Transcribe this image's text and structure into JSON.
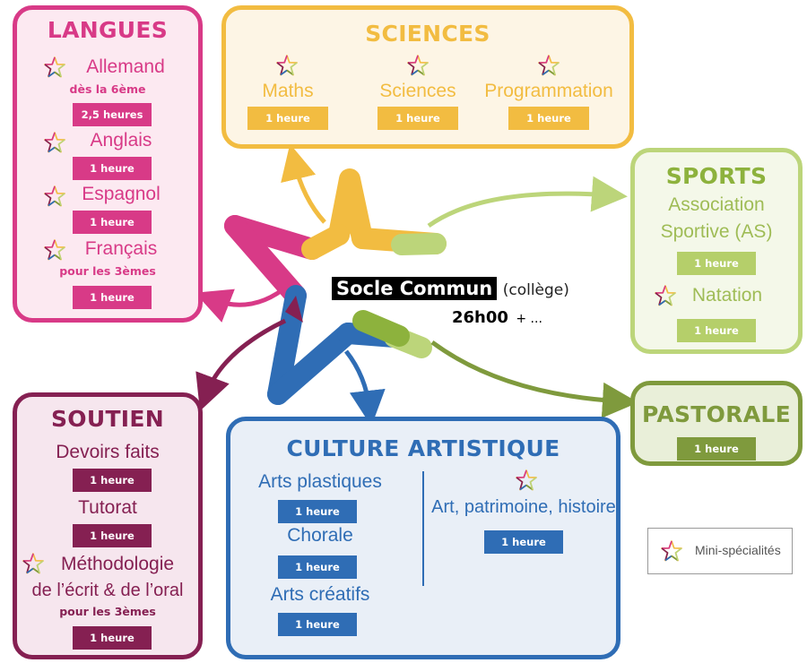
{
  "center": {
    "title": "Socle Commun",
    "suffix": "(collège)",
    "hours": "26h00",
    "plus": "+ ..."
  },
  "langues": {
    "title": "LANGUES",
    "items": [
      {
        "label": "Allemand",
        "sub": "dès la 6ème",
        "badge": "2,5 heures"
      },
      {
        "label": "Anglais",
        "badge": "1 heure"
      },
      {
        "label": "Espagnol",
        "badge": "1 heure"
      },
      {
        "label": "Français",
        "sub": "pour les 3èmes",
        "badge": "1 heure"
      }
    ]
  },
  "sciences": {
    "title": "SCIENCES",
    "items": [
      {
        "label": "Maths",
        "badge": "1 heure"
      },
      {
        "label": "Sciences",
        "badge": "1 heure"
      },
      {
        "label": "Programmation",
        "badge": "1 heure"
      }
    ]
  },
  "sports": {
    "title": "SPORTS",
    "items": [
      {
        "label_line1": "Association",
        "label_line2": "Sportive (AS)",
        "badge": "1 heure"
      },
      {
        "label": "Natation",
        "badge": "1 heure"
      }
    ]
  },
  "pastorale": {
    "title": "PASTORALE",
    "badge": "1 heure"
  },
  "soutien": {
    "title": "SOUTIEN",
    "items": [
      {
        "label": "Devoirs faits",
        "badge": "1 heure"
      },
      {
        "label": "Tutorat",
        "badge": "1 heure"
      },
      {
        "label_line1": "Méthodologie",
        "label_line2": "de l’écrit & de l’oral",
        "sub": "pour les 3èmes",
        "badge": "1 heure"
      }
    ]
  },
  "culture": {
    "title": "CULTURE ARTISTIQUE",
    "left": [
      {
        "label": "Arts plastiques",
        "badge": "1 heure"
      },
      {
        "label": "Chorale",
        "badge": "1 heure"
      },
      {
        "label": "Arts créatifs",
        "badge": "1 heure"
      }
    ],
    "right": {
      "label": "Art, patrimoine, histoire",
      "badge": "1 heure"
    }
  },
  "legend": {
    "label": "Mini-spécialités",
    "icon": "rainbow-star-icon"
  },
  "colors": {
    "langues": "#d83a87",
    "sciences": "#f2bc41",
    "sports": "#bcd57a",
    "pastorale": "#7f9a3d",
    "soutien": "#852052",
    "culture": "#2f6db5"
  }
}
